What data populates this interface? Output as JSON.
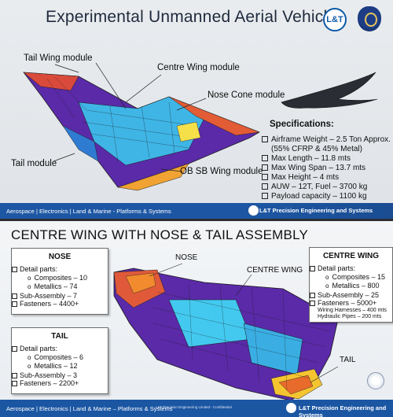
{
  "top_slide": {
    "title": "Experimental Unmanned Aerial Vehicle",
    "labels": {
      "tail_wing": "Tail Wing module",
      "centre_wing": "Centre Wing module",
      "nose_cone": "Nose Cone module",
      "tail": "Tail module",
      "ob_sb_wing": "OB SB Wing module"
    },
    "specifications": {
      "heading": "Specifications:",
      "items": [
        "Airframe Weight – 2.5 Ton Approx.",
        "Max Length – 11.8 mts",
        "Max Wing Span – 13.7 mts",
        "Max Height – 4 mts",
        "AUW – 12T, Fuel – 3700 kg",
        "Payload capacity – 1100 kg"
      ],
      "airframe_note": "(55% CFRP & 45% Metal)"
    },
    "footer": {
      "left": "Aerospace | Electronics | Land & Marine - Platforms & Systems",
      "right": "L&T Precision Engineering and Systems"
    }
  },
  "bottom_slide": {
    "title": "CENTRE WING WITH NOSE & TAIL ASSEMBLY",
    "labels": {
      "nose": "NOSE",
      "centre_wing": "CENTRE WING",
      "tail": "TAIL"
    },
    "nose_box": {
      "heading": "NOSE",
      "detail_parts": "Detail parts:",
      "composites": "Composites – 10",
      "metallics": "Metallics – 74",
      "sub_assembly": "Sub-Assembly – 7",
      "fasteners": "Fasteners – 4400+"
    },
    "tail_box": {
      "heading": "TAIL",
      "detail_parts": "Detail parts:",
      "composites": "Composites – 6",
      "metallics": "Metallics – 12",
      "sub_assembly": "Sub-Assembly – 3",
      "fasteners": "Fasteners – 2200+"
    },
    "centre_wing_box": {
      "heading": "CENTRE WING",
      "detail_parts": "Detail parts:",
      "composites": "Composites – 15",
      "metallics": "Metallics – 800",
      "sub_assembly": "Sub-Assembly – 25",
      "fasteners": "Fasteners – 5000+",
      "wiring": "Wiring Harnesses – 400 mts",
      "hydraulic": "Hydraulic Pipes – 200 mts"
    },
    "footer": {
      "left": "Aerospace | Electronics | Land & Marine – Platforms & Systems",
      "mid": "L&T Precision Engineering Limited - Confidential",
      "right": "L&T Precision Engineering and Systems"
    }
  },
  "logos": {
    "lt_logo": "L&T",
    "drdo_logo": "DRDO-emblem-icon"
  },
  "colors": {
    "brand_blue": "#1d57a4",
    "cad_purple": "#6a2fbf",
    "cad_cyan": "#43c9ef",
    "cad_red": "#e0473c",
    "cad_orange": "#f28b2e"
  }
}
